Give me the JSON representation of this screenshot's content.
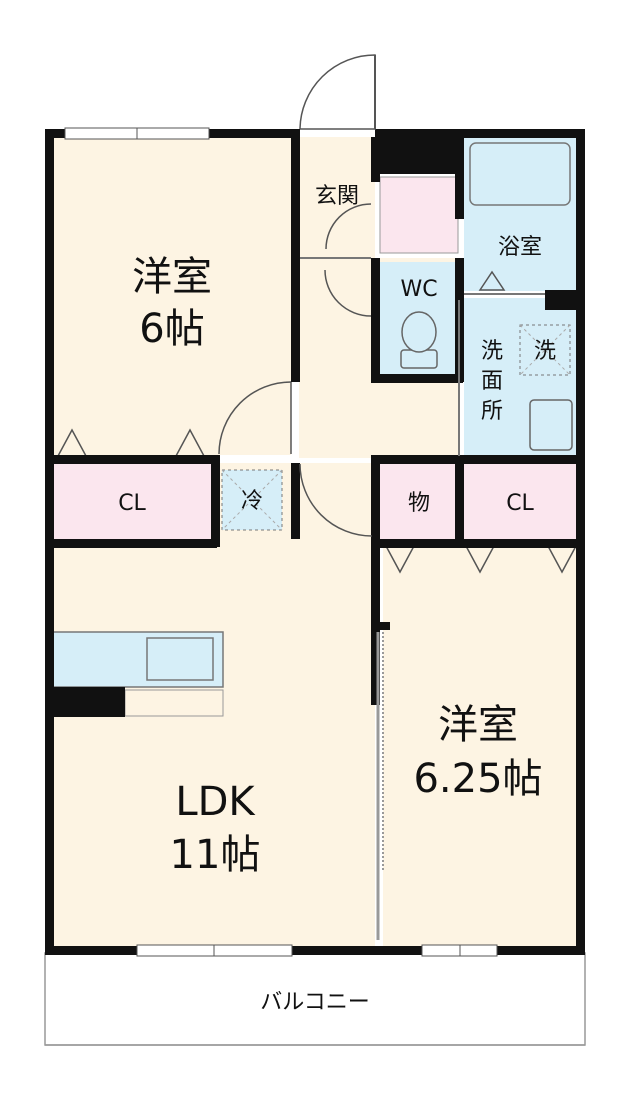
{
  "colors": {
    "wall": "#111111",
    "room_floor": "#fdf4e3",
    "closet": "#fbe6ee",
    "wet_area": "#d6eef8",
    "balcony": "#ffffff"
  },
  "rooms": {
    "western_room_1": {
      "name": "洋室",
      "size": "6帖"
    },
    "western_room_2": {
      "name": "洋室",
      "size": "6.25帖"
    },
    "ldk": {
      "name": "LDK",
      "size": "11帖"
    },
    "entrance": {
      "name": "玄関"
    },
    "bathroom": {
      "name": "浴室"
    },
    "toilet": {
      "name": "WC"
    },
    "washroom": {
      "name": "洗面所"
    },
    "washer": {
      "name": "洗"
    },
    "fridge": {
      "name": "冷"
    },
    "closet_1": {
      "name": "CL"
    },
    "closet_2": {
      "name": "CL"
    },
    "storage": {
      "name": "物"
    },
    "balcony": {
      "name": "バルコニー"
    }
  }
}
